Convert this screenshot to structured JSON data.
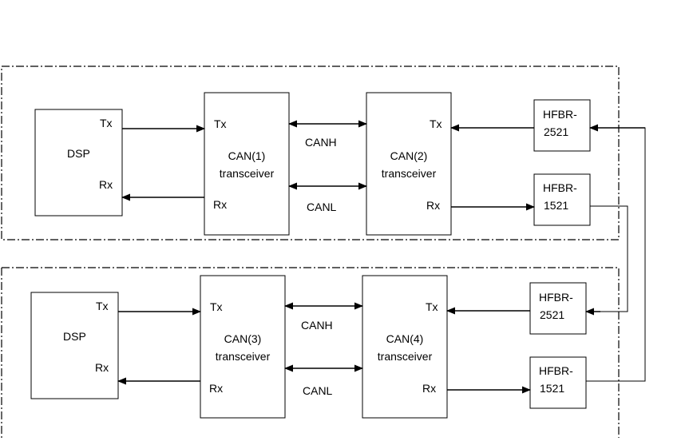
{
  "top": {
    "dsp": {
      "name": "DSP",
      "tx": "Tx",
      "rx": "Rx"
    },
    "can_a": {
      "line1": "CAN(1)",
      "line2": "transceiver",
      "tx": "Tx",
      "rx": "Rx"
    },
    "can_b": {
      "line1": "CAN(2)",
      "line2": "transceiver",
      "tx": "Tx",
      "rx": "Rx"
    },
    "bus_h": "CANH",
    "bus_l": "CANL",
    "hfbr_rx": {
      "line1": "HFBR-",
      "line2": "2521"
    },
    "hfbr_tx": {
      "line1": "HFBR-",
      "line2": "1521"
    }
  },
  "bottom": {
    "dsp": {
      "name": "DSP",
      "tx": "Tx",
      "rx": "Rx"
    },
    "can_a": {
      "line1": "CAN(3)",
      "line2": "transceiver",
      "tx": "Tx",
      "rx": "Rx"
    },
    "can_b": {
      "line1": "CAN(4)",
      "line2": "transceiver",
      "tx": "Tx",
      "rx": "Rx"
    },
    "bus_h": "CANH",
    "bus_l": "CANL",
    "hfbr_rx": {
      "line1": "HFBR-",
      "line2": "2521"
    },
    "hfbr_tx": {
      "line1": "HFBR-",
      "line2": "1521"
    }
  }
}
